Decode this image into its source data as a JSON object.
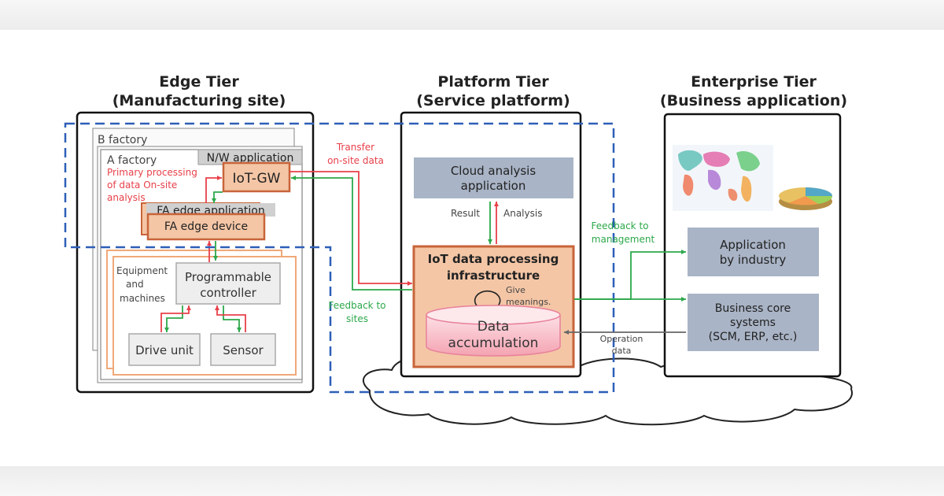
{
  "tiers": {
    "edge": {
      "title": "Edge Tier",
      "subtitle": "(Manufacturing site)"
    },
    "platform": {
      "title": "Platform Tier",
      "subtitle": "(Service platform)"
    },
    "enterprise": {
      "title": "Enterprise Tier",
      "subtitle": "(Business application)"
    }
  },
  "edge": {
    "b_factory": "B factory",
    "a_factory": "A factory",
    "nw_application": "N/W application",
    "iot_gw": "IoT-GW",
    "primary_processing": [
      "Primary processing",
      "of data On-site",
      "analysis"
    ],
    "fa_edge_application": "FA edge application",
    "fa_edge_device": "FA edge device",
    "equipment": [
      "Equipment",
      "and",
      "machines"
    ],
    "programmable_controller": [
      "Programmable",
      "controller"
    ],
    "drive_unit": "Drive unit",
    "sensor": "Sensor"
  },
  "flows": {
    "transfer": [
      "Transfer",
      "on-site data"
    ],
    "feedback_sites": [
      "Feedback to",
      "sites"
    ],
    "feedback_management": [
      "Feedback to",
      "management"
    ],
    "operation_data": [
      "Operation",
      "data"
    ],
    "result": "Result",
    "analysis": "Analysis"
  },
  "platform": {
    "cloud_app": [
      "Cloud analysis",
      "application"
    ],
    "iot_infra": [
      "IoT data processing",
      "infrastructure"
    ],
    "give_meanings": [
      "Give",
      "meanings."
    ],
    "data_accumulation": [
      "Data",
      "accumulation"
    ]
  },
  "enterprise": {
    "app_by_industry": [
      "Application",
      "by industry"
    ],
    "business_core": [
      "Business core",
      "systems",
      "(SCM, ERP, etc.)"
    ]
  },
  "colors": {
    "red_flow": "#e8404a",
    "green_flow": "#2ca84a",
    "orange_box": "#f4c6a6",
    "orange_border": "#c8643a",
    "blue_gray_box": "#a9b4c6",
    "dashed_blue": "#2e5fb8"
  }
}
